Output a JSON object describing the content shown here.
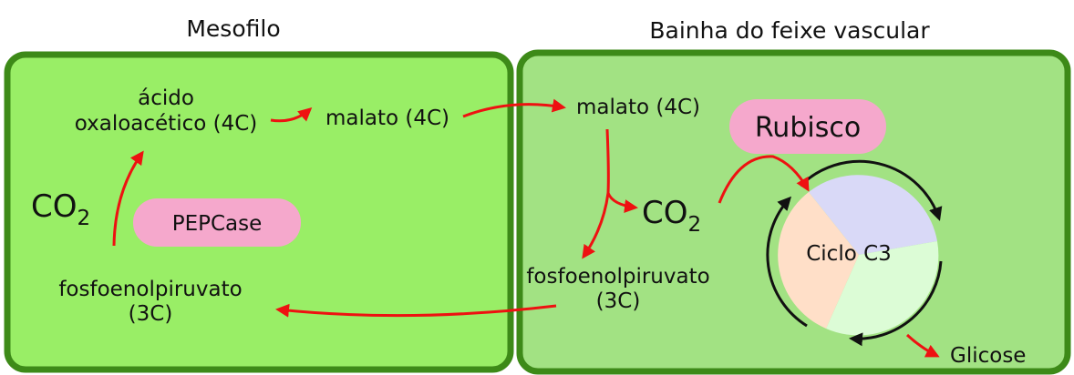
{
  "titles": {
    "mesophyll": "Mesofilo",
    "bundle_sheath": "Bainha do feixe vascular"
  },
  "mesophyll": {
    "oaa_line1": "ácido",
    "oaa_line2": "oxaloacético (4C)",
    "malate": "malato (4C)",
    "co2_main": "CO",
    "co2_sub": "2",
    "enzyme": "PEPCase",
    "pep_line1": "fosfoenolpiruvato",
    "pep_line2": "(3C)"
  },
  "bundle_sheath": {
    "malate": "malato (4C)",
    "enzyme": "Rubisco",
    "co2_main": "CO",
    "co2_sub": "2",
    "cycle": "Ciclo C3",
    "pep_line1": "fosfoenolpiruvato",
    "pep_line2": "(3C)",
    "product": "Glicose"
  },
  "colors": {
    "mesophyll_fill": "#99ee66",
    "bundle_fill": "#a2e283",
    "border": "#3d8a18",
    "arrow": "#ee1111",
    "enzyme_pill": "#f5a8cc",
    "cycle_segments": [
      "#d9d9f7",
      "#dcfcd6",
      "#ffdfc8"
    ]
  }
}
